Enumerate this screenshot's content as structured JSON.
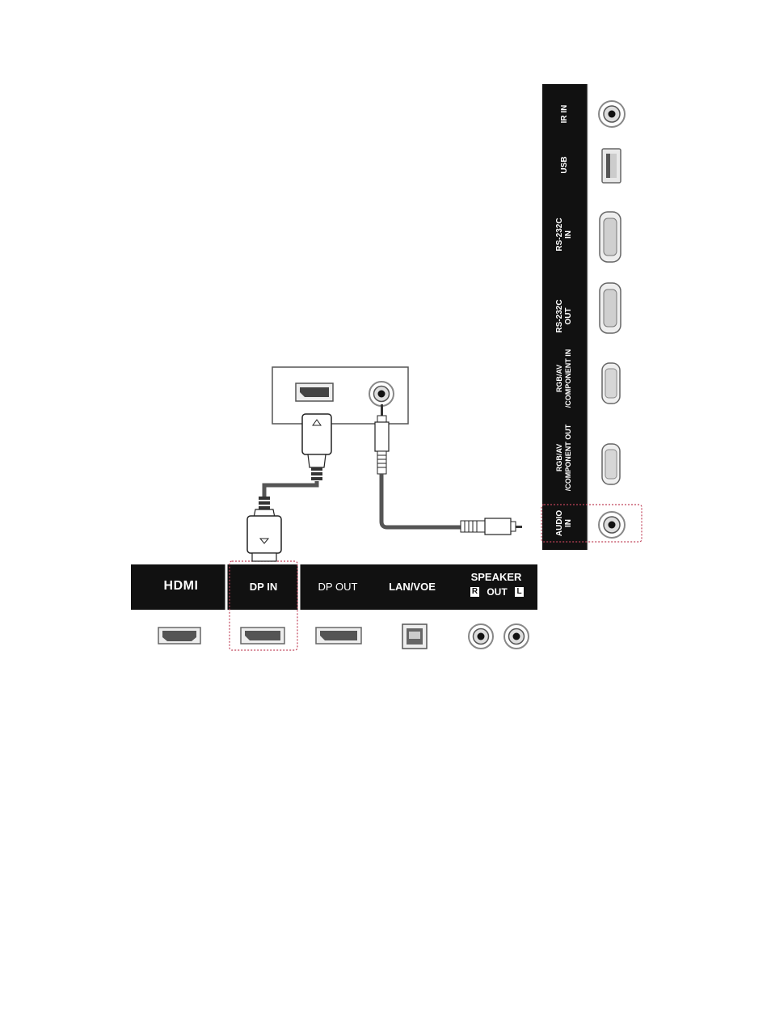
{
  "bottom_panel": {
    "ports": [
      {
        "label": "HDMI"
      },
      {
        "label": "DP IN"
      },
      {
        "label": "DP OUT"
      },
      {
        "label": "LAN/VOE"
      },
      {
        "label": "SPEAKER"
      }
    ],
    "speaker_out": {
      "r": "R",
      "out": "OUT",
      "l": "L"
    }
  },
  "side_panel": {
    "ports": [
      {
        "line1": "IR IN",
        "line2": ""
      },
      {
        "line1": "USB",
        "line2": ""
      },
      {
        "line1": "RS-232C",
        "line2": "IN"
      },
      {
        "line1": "RS-232C",
        "line2": "OUT"
      },
      {
        "line1": "RGB/AV",
        "line2": "/COMPONENT IN"
      },
      {
        "line1": "RGB/AV",
        "line2": "/COMPONENT OUT"
      },
      {
        "line1": "AUDIO",
        "line2": "IN"
      }
    ]
  },
  "colors": {
    "panel": "#111111",
    "highlight": "#c0435a",
    "cable": "#555555"
  }
}
